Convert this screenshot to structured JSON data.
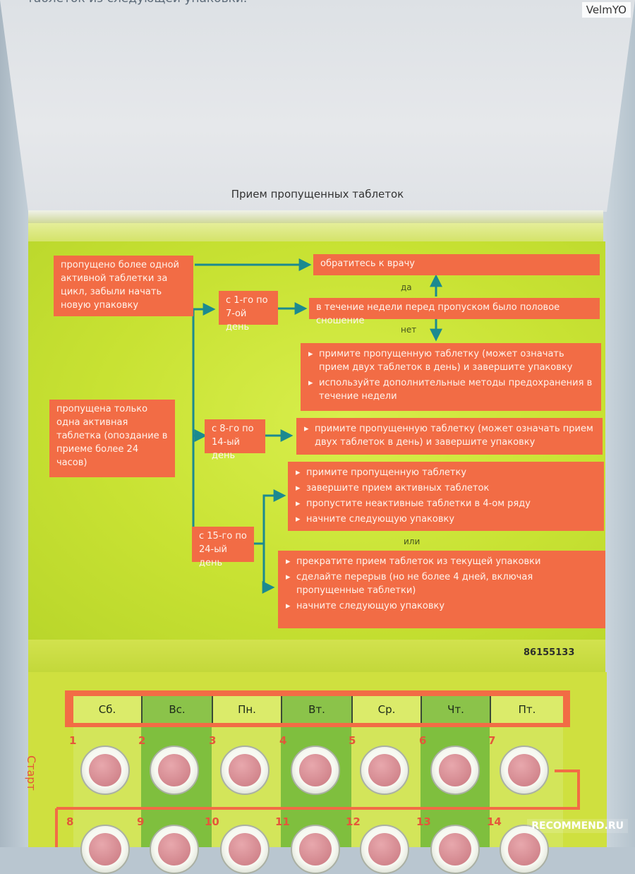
{
  "top_text": "таблеток из следующей упаковки.",
  "watermark_top": "VelmYO",
  "cover_title": "Прием пропущенных таблеток",
  "flowchart": {
    "box_more_one": "пропущено более одной активной таблетки за цикл, забыли начать новую упаковку",
    "box_only_one": "пропущена только одна активная таблетка (опоздание в приеме более 24 часов)",
    "range_1_7": "с 1-го по 7-ой день",
    "range_8_14": "с 8-го по 14-ый день",
    "range_15_24": "с 15-го по 24-ый день",
    "see_doctor": "обратитесь к врачу",
    "yes": "да",
    "intercourse": "в течение недели перед пропуском было половое сношение",
    "no": "нет",
    "box_no": [
      "примите пропущенную таблетку (может означать прием двух таблеток в день) и завершите упаковку",
      "используйте дополнительные методы предохранения в течение недели"
    ],
    "box_8_14": [
      "примите пропущенную таблетку (может означать прием двух таблеток в день) и завершите упаковку"
    ],
    "box_15_a": [
      "примите пропущенную таблетку",
      "завершите прием активных таблеток",
      "пропустите неактивные таблетки в 4-ом ряду",
      "начните следующую упаковку"
    ],
    "or": "или",
    "box_15_b": [
      "прекратите прием таблеток из текущей упаковки",
      "сделайте перерыв (но не более 4 дней, включая пропущенные таблетки)",
      "начните следующую упаковку"
    ]
  },
  "code": "86155133",
  "blister": {
    "start_label": "Старт",
    "days": [
      "Сб.",
      "Вс.",
      "Пн.",
      "Вт.",
      "Ср.",
      "Чт.",
      "Пт."
    ],
    "row1_numbers": [
      "1",
      "2",
      "3",
      "4",
      "5",
      "6",
      "7"
    ],
    "row2_numbers": [
      "8",
      "9",
      "10",
      "11",
      "12",
      "13",
      "14"
    ]
  },
  "watermark_bottom": "RECOMMEND.RU",
  "colors": {
    "orange": "#f26c45",
    "lime": "#c8e233",
    "teal_arrow": "#1b8a90",
    "green_column": "#7fbf3e"
  }
}
